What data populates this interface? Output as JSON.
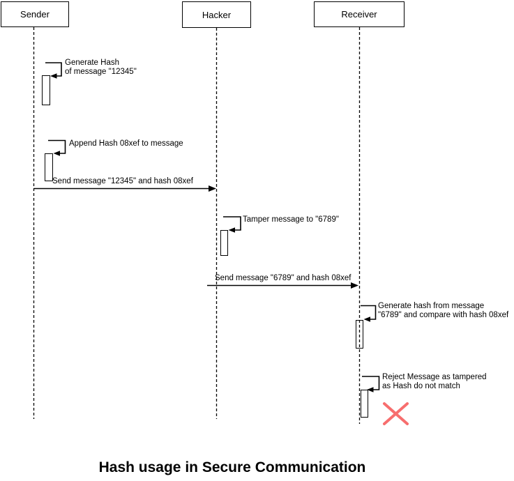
{
  "title": "Hash usage in Secure Communication",
  "actors": {
    "sender": "Sender",
    "hacker": "Hacker",
    "receiver": "Receiver"
  },
  "labels": {
    "generate_hash": "Generate Hash\nof message \"12345\"",
    "append_hash": "Append Hash 08xef to message",
    "send_original": "Send message \"12345\" and hash 08xef",
    "tamper": "Tamper message to \"6789\"",
    "send_tampered": "Send message \"6789\" and hash 08xef",
    "verify_hash": "Generate hash from message\n\"6789\" and compare with hash 08xef",
    "reject": "Reject Message as tampered\nas Hash do not match"
  },
  "colors": {
    "line": "#000000",
    "reject_x": "#f76e6e",
    "background": "#ffffff"
  }
}
